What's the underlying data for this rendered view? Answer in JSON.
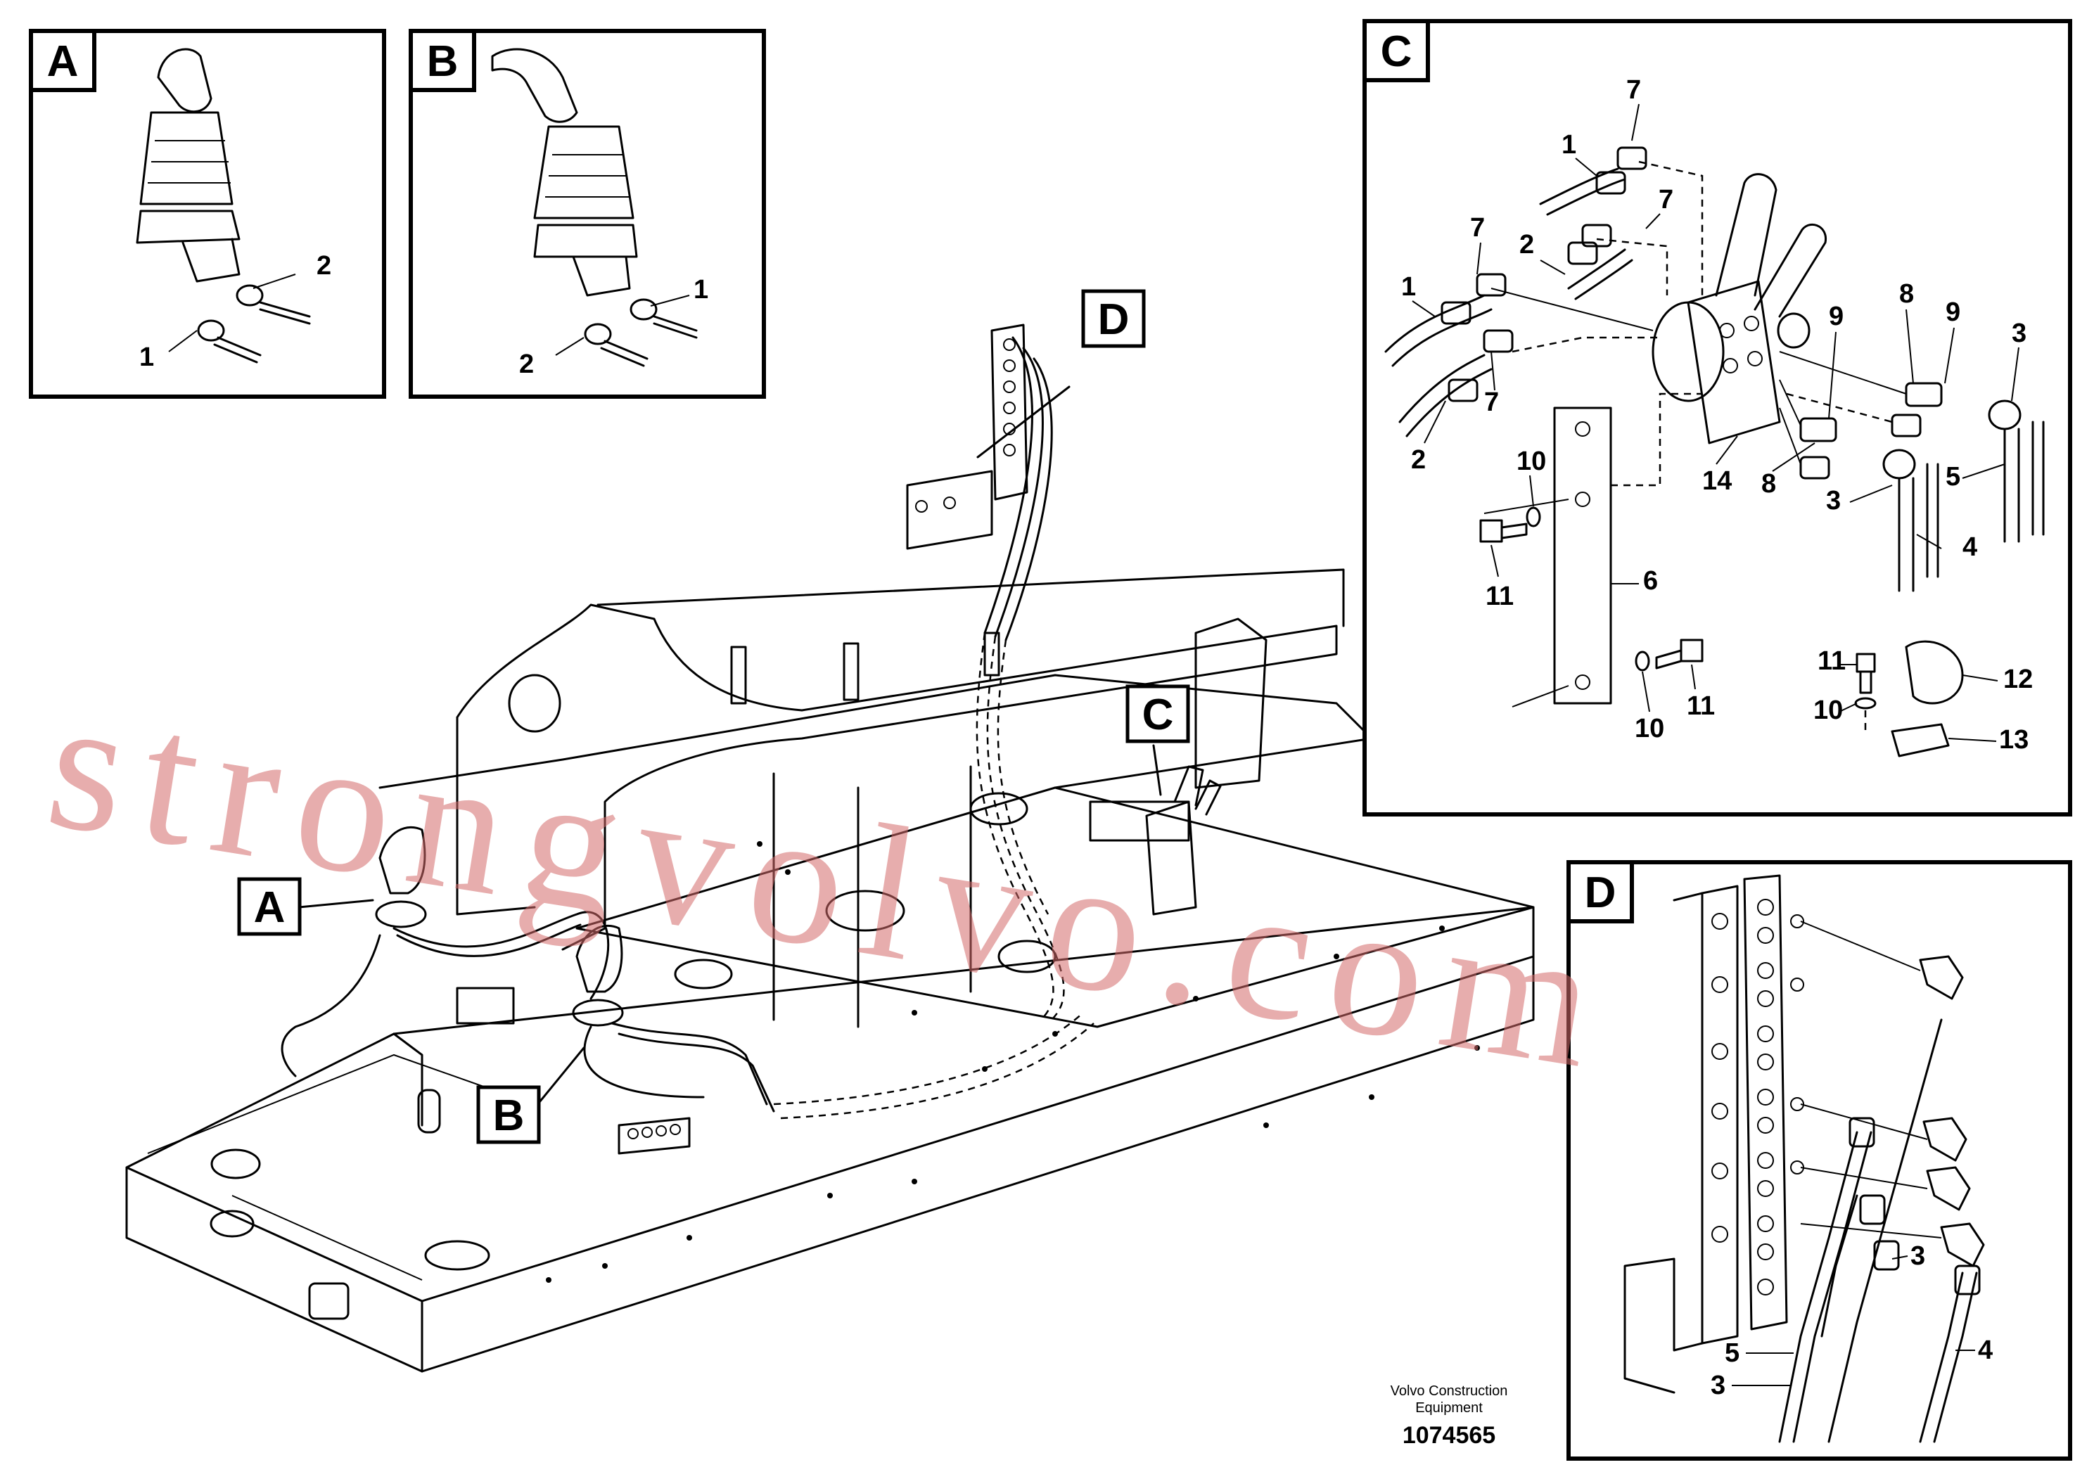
{
  "detail_tags": {
    "A": "A",
    "B": "B",
    "C": "C",
    "D": "D"
  },
  "detail_a": {
    "callouts": [
      "2",
      "1"
    ]
  },
  "detail_b": {
    "callouts": [
      "1",
      "2"
    ]
  },
  "detail_c": {
    "callouts": [
      "7",
      "1",
      "7",
      "2",
      "7",
      "1",
      "2",
      "7",
      "8",
      "9",
      "9",
      "3",
      "10",
      "14",
      "8",
      "5",
      "3",
      "4",
      "11",
      "6",
      "11",
      "12",
      "10",
      "13",
      "10",
      "11"
    ]
  },
  "detail_d": {
    "callouts": [
      "3",
      "5",
      "4",
      "3"
    ]
  },
  "watermark": "strongvolvo.com",
  "footer": {
    "company_line1": "Volvo Construction",
    "company_line2": "Equipment",
    "part_number": "1074565"
  }
}
